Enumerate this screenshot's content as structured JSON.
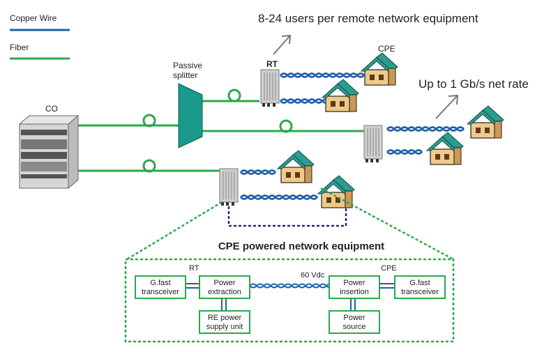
{
  "legend": {
    "copper": {
      "label": "Copper Wire",
      "color": "#1f5fa8"
    },
    "fiber": {
      "label": "Fiber",
      "color": "#2aa84a"
    }
  },
  "labels": {
    "co": "CO",
    "splitter_line1": "Passive",
    "splitter_line2": "splitter",
    "rt": "RT",
    "cpe": "CPE",
    "users_note": "8-24 users per remote network equipment",
    "rate_note": "Up to 1 Gb/s net rate",
    "inset_title": "CPE powered network equipment"
  },
  "inset": {
    "rt_label": "RT",
    "cpe_label": "CPE",
    "voltage": "60 Vdc",
    "gfast_left": [
      "G.fast",
      "transceiver"
    ],
    "power_extraction": [
      "Power",
      "extraction"
    ],
    "re_supply": [
      "RE power",
      "supply unit"
    ],
    "power_insertion": [
      "Power",
      "insertion"
    ],
    "gfast_right": [
      "G.fast",
      "transceiver"
    ],
    "power_source": [
      "Power",
      "source"
    ]
  },
  "colors": {
    "fiber": "#2aa84a",
    "copper": "#1f5fa8",
    "splitter": "#1a9a8a",
    "roof": "#2a9d8f",
    "house": "#f0c98a",
    "dashed_green": "#2aa84a",
    "dashed_blue": "#1a2a7a"
  }
}
